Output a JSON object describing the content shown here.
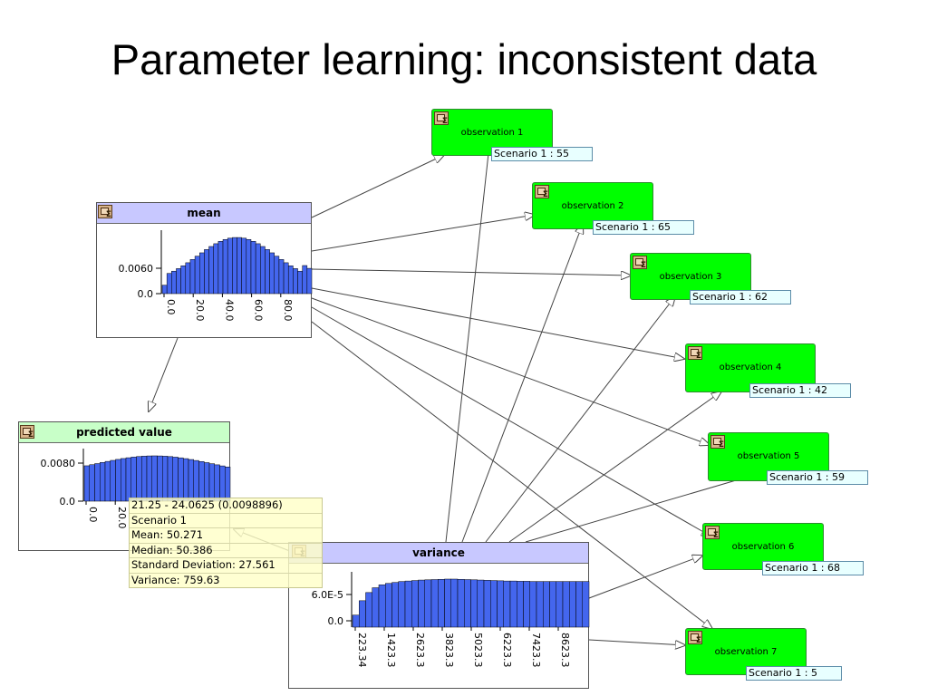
{
  "slide": {
    "title": "Parameter learning: inconsistent data"
  },
  "nodes": {
    "mean": {
      "title": "mean",
      "yticks": [
        "0.0060",
        "0.0"
      ],
      "xticks": [
        "0.0",
        "20.0",
        "40.0",
        "60.0",
        "80.0"
      ]
    },
    "predicted": {
      "title": "predicted value",
      "yticks": [
        "0.0080",
        "0.0"
      ],
      "xticks": [
        "0.0",
        "20.0"
      ]
    },
    "variance": {
      "title": "variance",
      "yticks": [
        "6.0E-5",
        "0.0"
      ],
      "xticks": [
        "223.34",
        "1423.3",
        "2623.3",
        "3823.3",
        "5023.3",
        "6223.3",
        "7423.3",
        "8623.3"
      ]
    }
  },
  "observations": [
    {
      "label": "observation 1",
      "scenario": "Scenario 1 : 55"
    },
    {
      "label": "observation 2",
      "scenario": "Scenario 1 : 65"
    },
    {
      "label": "observation 3",
      "scenario": "Scenario 1 : 62"
    },
    {
      "label": "observation 4",
      "scenario": "Scenario 1 : 42"
    },
    {
      "label": "observation 5",
      "scenario": "Scenario 1 : 59"
    },
    {
      "label": "observation 6",
      "scenario": "Scenario 1 : 68"
    },
    {
      "label": "observation 7",
      "scenario": "Scenario 1 : 5"
    }
  ],
  "tooltip": [
    "21.25 - 24.0625 (0.0098896)",
    "Scenario 1",
    "Mean: 50.271",
    "Median: 50.386",
    "Standard Deviation: 27.561",
    "Variance: 759.63"
  ],
  "colors": {
    "observation_fill": "#00ff00",
    "bar_fill": "#4466ee",
    "mean_header": "#c8c8ff",
    "predicted_header": "#c8ffc8",
    "variance_header": "#c8c8ff",
    "tooltip_fill": "#ffffc8",
    "scenario_fill": "#e8ffff"
  },
  "icons": {
    "node": "cpt-node-icon"
  }
}
